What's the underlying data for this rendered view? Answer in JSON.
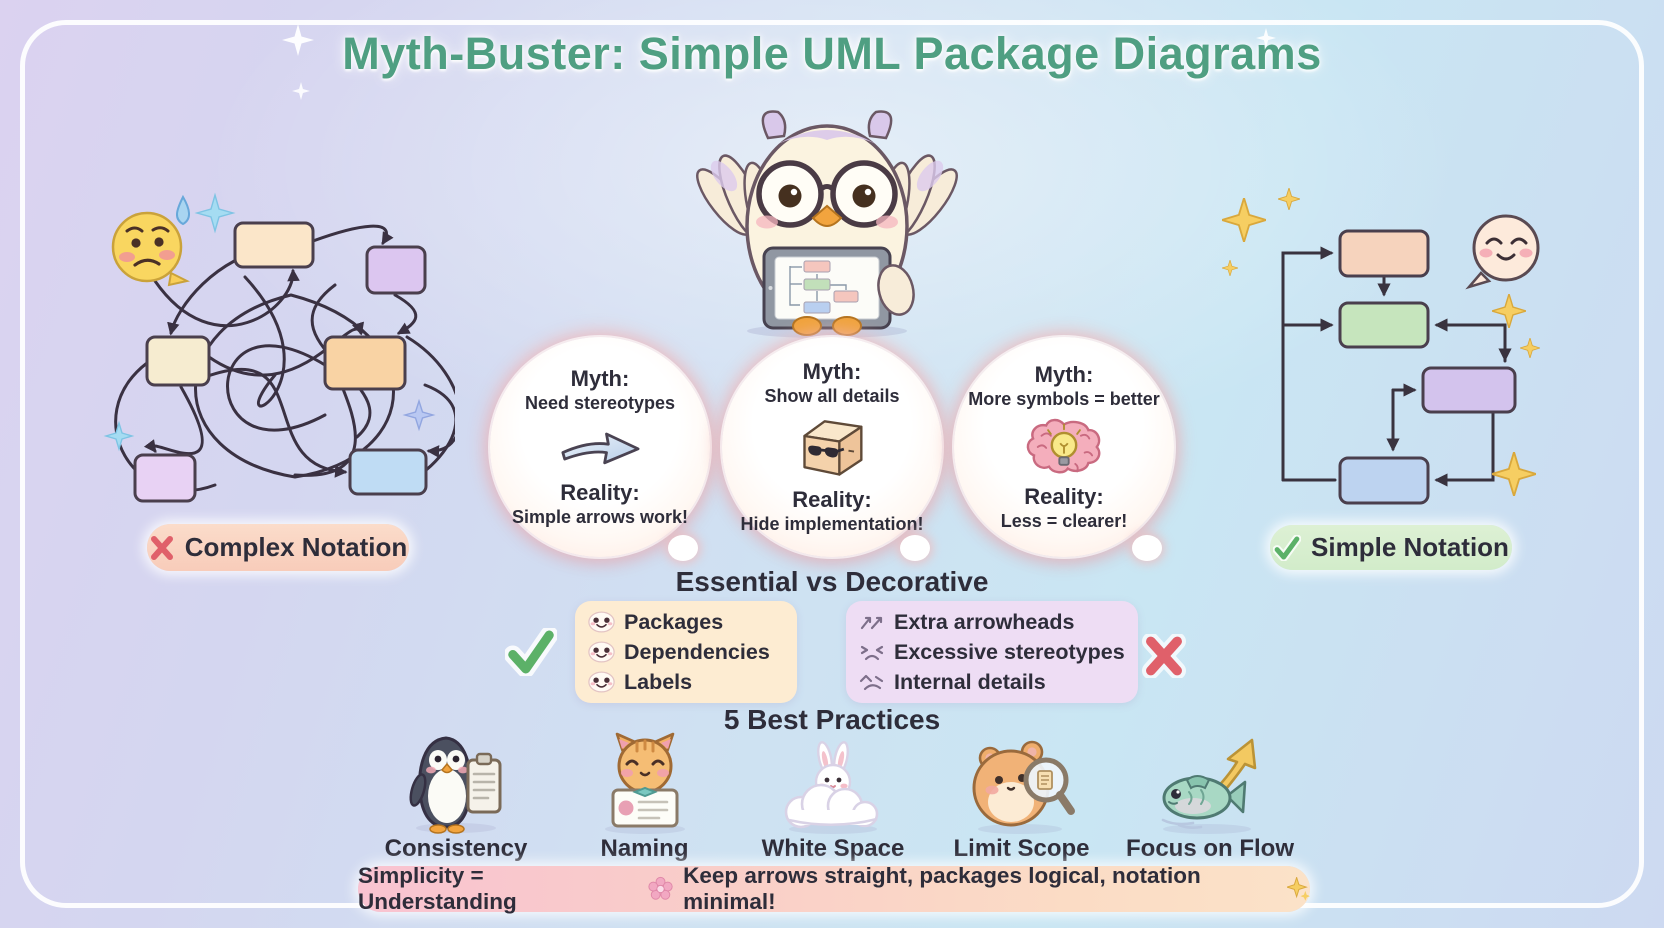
{
  "title": "Myth-Buster: Simple UML Package Diagrams",
  "panels": {
    "complex": {
      "label": "Complex Notation",
      "icon": "cross-mark-icon"
    },
    "simple": {
      "label": "Simple Notation",
      "icon": "check-mark-icon"
    }
  },
  "myths": [
    {
      "myth_heading": "Myth:",
      "myth_text": "Need stereotypes",
      "icon": "arrow-icon",
      "reality_heading": "Reality:",
      "reality_text": "Simple arrows work!"
    },
    {
      "myth_heading": "Myth:",
      "myth_text": "Show all details",
      "icon": "package-sunglasses-icon",
      "reality_heading": "Reality:",
      "reality_text": "Hide implementation!"
    },
    {
      "myth_heading": "Myth:",
      "myth_text": "More symbols = better",
      "icon": "brain-lightbulb-icon",
      "reality_heading": "Reality:",
      "reality_text": "Less = clearer!"
    }
  ],
  "comparison": {
    "heading": "Essential vs Decorative",
    "essential_items": [
      {
        "label": "Packages",
        "icon": "smiley-icon"
      },
      {
        "label": "Dependencies",
        "icon": "smiley-icon"
      },
      {
        "label": "Labels",
        "icon": "smiley-icon"
      }
    ],
    "decorative_items": [
      {
        "label": "Extra arrowheads",
        "icon": "crossed-arrows-icon"
      },
      {
        "label": "Excessive stereotypes",
        "icon": "frown-icon"
      },
      {
        "label": "Internal details",
        "icon": "squiggle-frown-icon"
      }
    ]
  },
  "best_practices": {
    "heading": "5 Best Practices",
    "items": [
      {
        "label": "Consistency",
        "icon": "penguin-clipboard-icon"
      },
      {
        "label": "Naming",
        "icon": "cat-name-tag-icon"
      },
      {
        "label": "White Space",
        "icon": "bunny-cloud-icon"
      },
      {
        "label": "Limit Scope",
        "icon": "hamster-magnifier-icon"
      },
      {
        "label": "Focus on Flow",
        "icon": "fish-arrow-icon"
      }
    ]
  },
  "footer": {
    "lead": "Simplicity = Understanding",
    "tail": "Keep arrows straight, packages logical, notation minimal!"
  },
  "colors": {
    "title_green": "#4f9f82",
    "text_dark": "#2e2d3a",
    "cross_red": "#e0606a",
    "check_green": "#5cb168",
    "essential_box": "#fdecd2",
    "decorative_box": "#eeddf4",
    "complex_pill": "#f9d4c2",
    "simple_pill": "#d8eecf",
    "footer_pink": "#f9c3d1",
    "footer_peach": "#fbe2c8"
  }
}
